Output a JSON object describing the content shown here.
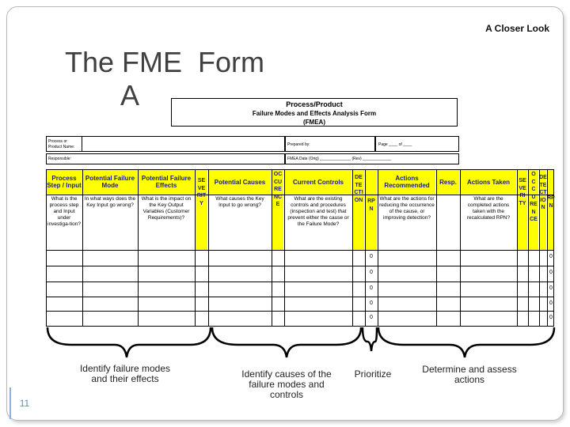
{
  "header": {
    "closer_look": "A Closer Look"
  },
  "slide": {
    "title_line1": "The FME  Form",
    "title_line2": "A",
    "page_number": "11"
  },
  "form_title": {
    "line1": "Process/Product",
    "line2": "Failure Modes and Effects Analysis Form",
    "line3": "(FMEA)"
  },
  "info": {
    "process_label": "Process or Product Name:",
    "prepared_by": "Prepared by:",
    "page": "Page ____ of ____",
    "responsible": "Responsible:",
    "fmea_date": "FMEA Date (Orig) ______________ (Rev) _____________"
  },
  "columns": {
    "process_step": "Process Step / Input",
    "failure_mode": "Potential Failure Mode",
    "failure_effects": "Potential Failure Effects",
    "severity_v": "SEVERITY",
    "causes": "Potential Causes",
    "occurrence_v": "OCCURENCE",
    "controls": "Current Controls",
    "detection_v": "DETECTION",
    "rpn_v": "RPN",
    "actions_rec": "Actions Recommended",
    "resp": "Resp.",
    "actions_taken": "Actions Taken",
    "severity2_v": "SEVERITY",
    "occurrence2_v": "OCCURENCE",
    "detection2_v": "DETECTION",
    "rpn2_v": "RPN"
  },
  "descriptions": {
    "process_step": "What is the process step and Input under investiga-tion?",
    "failure_mode": "In what ways does the Key Input go wrong?",
    "failure_effects": "What is the impact on the Key Output Variables (Customer Requirements)?",
    "causes": "What causes the Key Input to go wrong?",
    "controls": "What are the existing controls and procedures (inspection and test) that prevent either the cause or the Failure Mode?",
    "actions_rec": "What are the actions for reducing the occurrence of the cause, or improving detection?",
    "actions_taken": "What are the completed actions taken with the recalculated RPN?"
  },
  "rpn_values": [
    "0",
    "0",
    "0",
    "0",
    "0"
  ],
  "rpn2_values": [
    "0",
    "0",
    "0",
    "0",
    "0"
  ],
  "captions": {
    "effects": "Identify failure modes and their effects",
    "causes": "Identify causes of the failure modes and controls",
    "prioritize": "Prioritize",
    "actions": "Determine and assess actions"
  }
}
